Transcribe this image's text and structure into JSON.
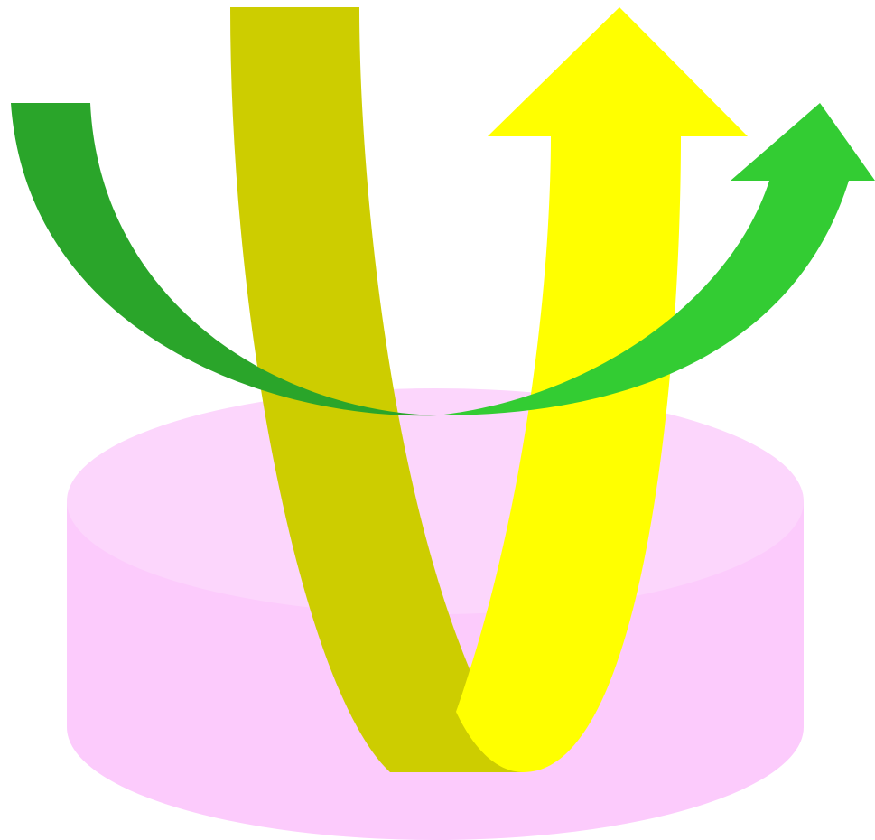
{
  "diagram": {
    "elements": [
      {
        "id": "cylinder",
        "shape": "cylinder",
        "icon": "cylinder-icon"
      },
      {
        "id": "vertical-u-arrow",
        "shape": "u-turn-arrow",
        "direction": "up",
        "icon": "u-turn-arrow-icon"
      },
      {
        "id": "horizontal-curved-arrow",
        "shape": "curved-arrow",
        "direction": "right-up",
        "icon": "curved-arrow-icon"
      }
    ],
    "colors": {
      "background": "#ffffff",
      "cylinder_top": "#fcd6fc",
      "cylinder_body": "#fccbfc",
      "cylinder_rim": "#f7c4f7",
      "u_arrow_back": "#cdcd00",
      "u_arrow_front": "#ffff00",
      "green_back": "#2aa52a",
      "green_front": "#33cc33"
    }
  }
}
